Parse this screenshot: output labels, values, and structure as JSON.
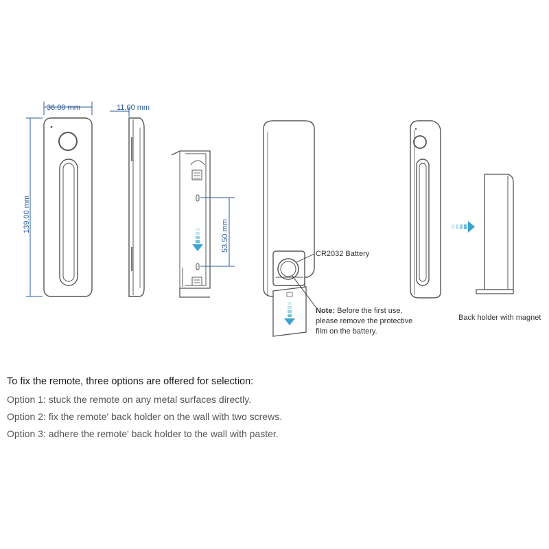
{
  "dimensions": {
    "width": "36.00 mm",
    "height": "139.00 mm",
    "depth": "11.00 mm",
    "screw_spacing": "53.50 mm"
  },
  "labels": {
    "battery": "CR2032 Battery",
    "note_title": "Note:",
    "note_line1": " Before the first use,",
    "note_line2": "please remove the protective",
    "note_line3": "film on the battery.",
    "back_holder": "Back holder with magnet"
  },
  "colors": {
    "outline": "#555555",
    "dimension": "#2a5a9a",
    "arrow": "#3aa3cf"
  },
  "instructions": {
    "heading": "To fix the remote, three options are offered for selection:",
    "options": [
      "Option 1: stuck the remote on any metal surfaces directly.",
      "Option 2: fix the remote' back holder on the wall with two screws.",
      "Option 3: adhere the remote' back holder to the wall with paster."
    ]
  }
}
